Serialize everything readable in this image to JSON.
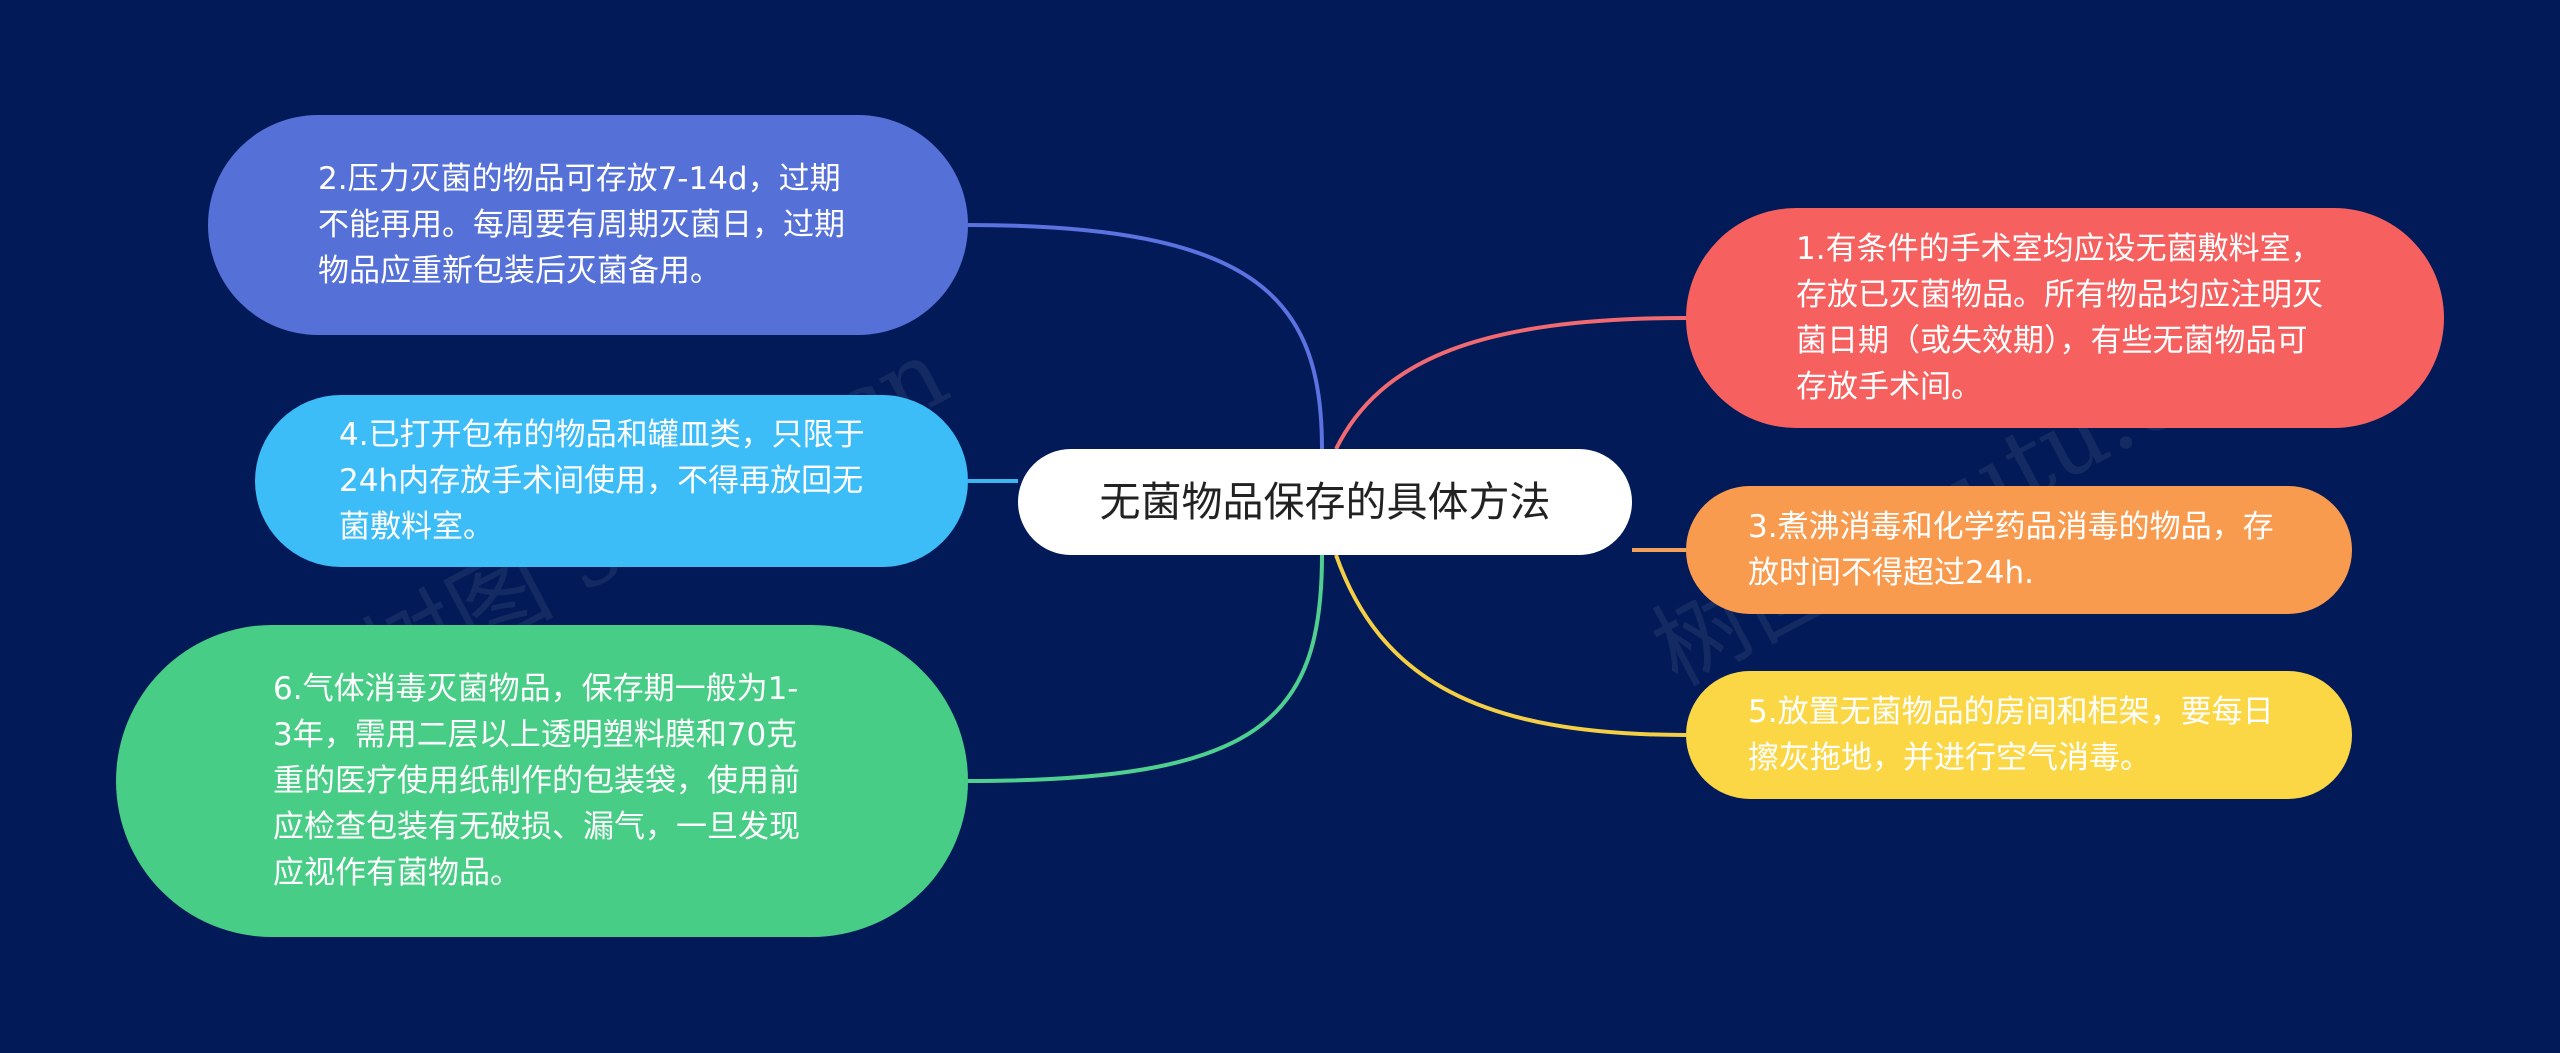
{
  "center": {
    "label": "无菌物品保存的具体方法"
  },
  "nodes": {
    "n1": {
      "text": "1.有条件的手术室均应设无菌敷料室，存放已灭菌物品。所有物品均应注明灭菌日期（或失效期），有些无菌物品可存放手术间。",
      "color": "#f6605f",
      "line_color": "#f16a72"
    },
    "n2": {
      "text": "2.压力灭菌的物品可存放7-14d，过期不能再用。每周要有周期灭菌日，过期物品应重新包装后灭菌备用。",
      "color": "#5570d6",
      "line_color": "#5b72e0"
    },
    "n3": {
      "text": "3.煮沸消毒和化学药品消毒的物品，存放时间不得超过24h.",
      "color": "#f99b4f",
      "line_color": "#f5a05a"
    },
    "n4": {
      "text": "4.已打开包布的物品和罐皿类，只限于24h内存放手术间使用，不得再放回无菌敷料室。",
      "color": "#3dbdf8",
      "line_color": "#3cb6ef"
    },
    "n5": {
      "text": "5.放置无菌物品的房间和柜架，要每日擦灰拖地，并进行空气消毒。",
      "color": "#fbd745",
      "line_color": "#f4cf45"
    },
    "n6": {
      "text": "6.气体消毒灭菌物品，保存期一般为1-3年，需用二层以上透明塑料膜和70克重的医疗使用纸制作的包装袋，使用前应检查包装有无破损、漏气，一旦发现应视作有菌物品。",
      "color": "#47cd86",
      "line_color": "#4fd090"
    }
  },
  "watermark": {
    "text_left": "树图 shutu.cn",
    "text_right": "树图 shutu.cn"
  },
  "background": "#021a57"
}
